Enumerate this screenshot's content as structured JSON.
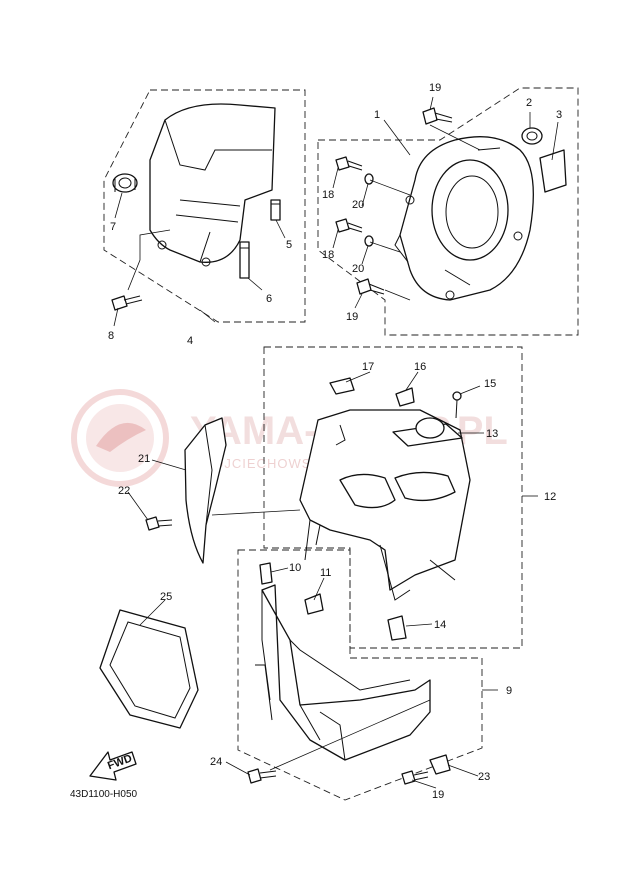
{
  "watermark": {
    "brand": "YAMA-SKLEP.PL",
    "tagline": "WOJCIECHOWSKI | BEZ... YAMAHA"
  },
  "diagram_code": "43D1100-H050",
  "fwd_label": "FWD",
  "callouts": [
    {
      "id": "c1",
      "text": "1"
    },
    {
      "id": "c2",
      "text": "2"
    },
    {
      "id": "c3",
      "text": "3"
    },
    {
      "id": "c4",
      "text": "4"
    },
    {
      "id": "c5",
      "text": "5"
    },
    {
      "id": "c6",
      "text": "6"
    },
    {
      "id": "c7",
      "text": "7"
    },
    {
      "id": "c8",
      "text": "8"
    },
    {
      "id": "c9",
      "text": "9"
    },
    {
      "id": "c10",
      "text": "10"
    },
    {
      "id": "c11",
      "text": "11"
    },
    {
      "id": "c12",
      "text": "12"
    },
    {
      "id": "c13",
      "text": "13"
    },
    {
      "id": "c14",
      "text": "14"
    },
    {
      "id": "c15",
      "text": "15"
    },
    {
      "id": "c16",
      "text": "16"
    },
    {
      "id": "c17",
      "text": "17"
    },
    {
      "id": "c18a",
      "text": "18"
    },
    {
      "id": "c18b",
      "text": "18"
    },
    {
      "id": "c19a",
      "text": "19"
    },
    {
      "id": "c19b",
      "text": "19"
    },
    {
      "id": "c19c",
      "text": "19"
    },
    {
      "id": "c20a",
      "text": "20"
    },
    {
      "id": "c20b",
      "text": "20"
    },
    {
      "id": "c21",
      "text": "21"
    },
    {
      "id": "c22",
      "text": "22"
    },
    {
      "id": "c23",
      "text": "23"
    },
    {
      "id": "c24",
      "text": "24"
    },
    {
      "id": "c25",
      "text": "25"
    }
  ]
}
